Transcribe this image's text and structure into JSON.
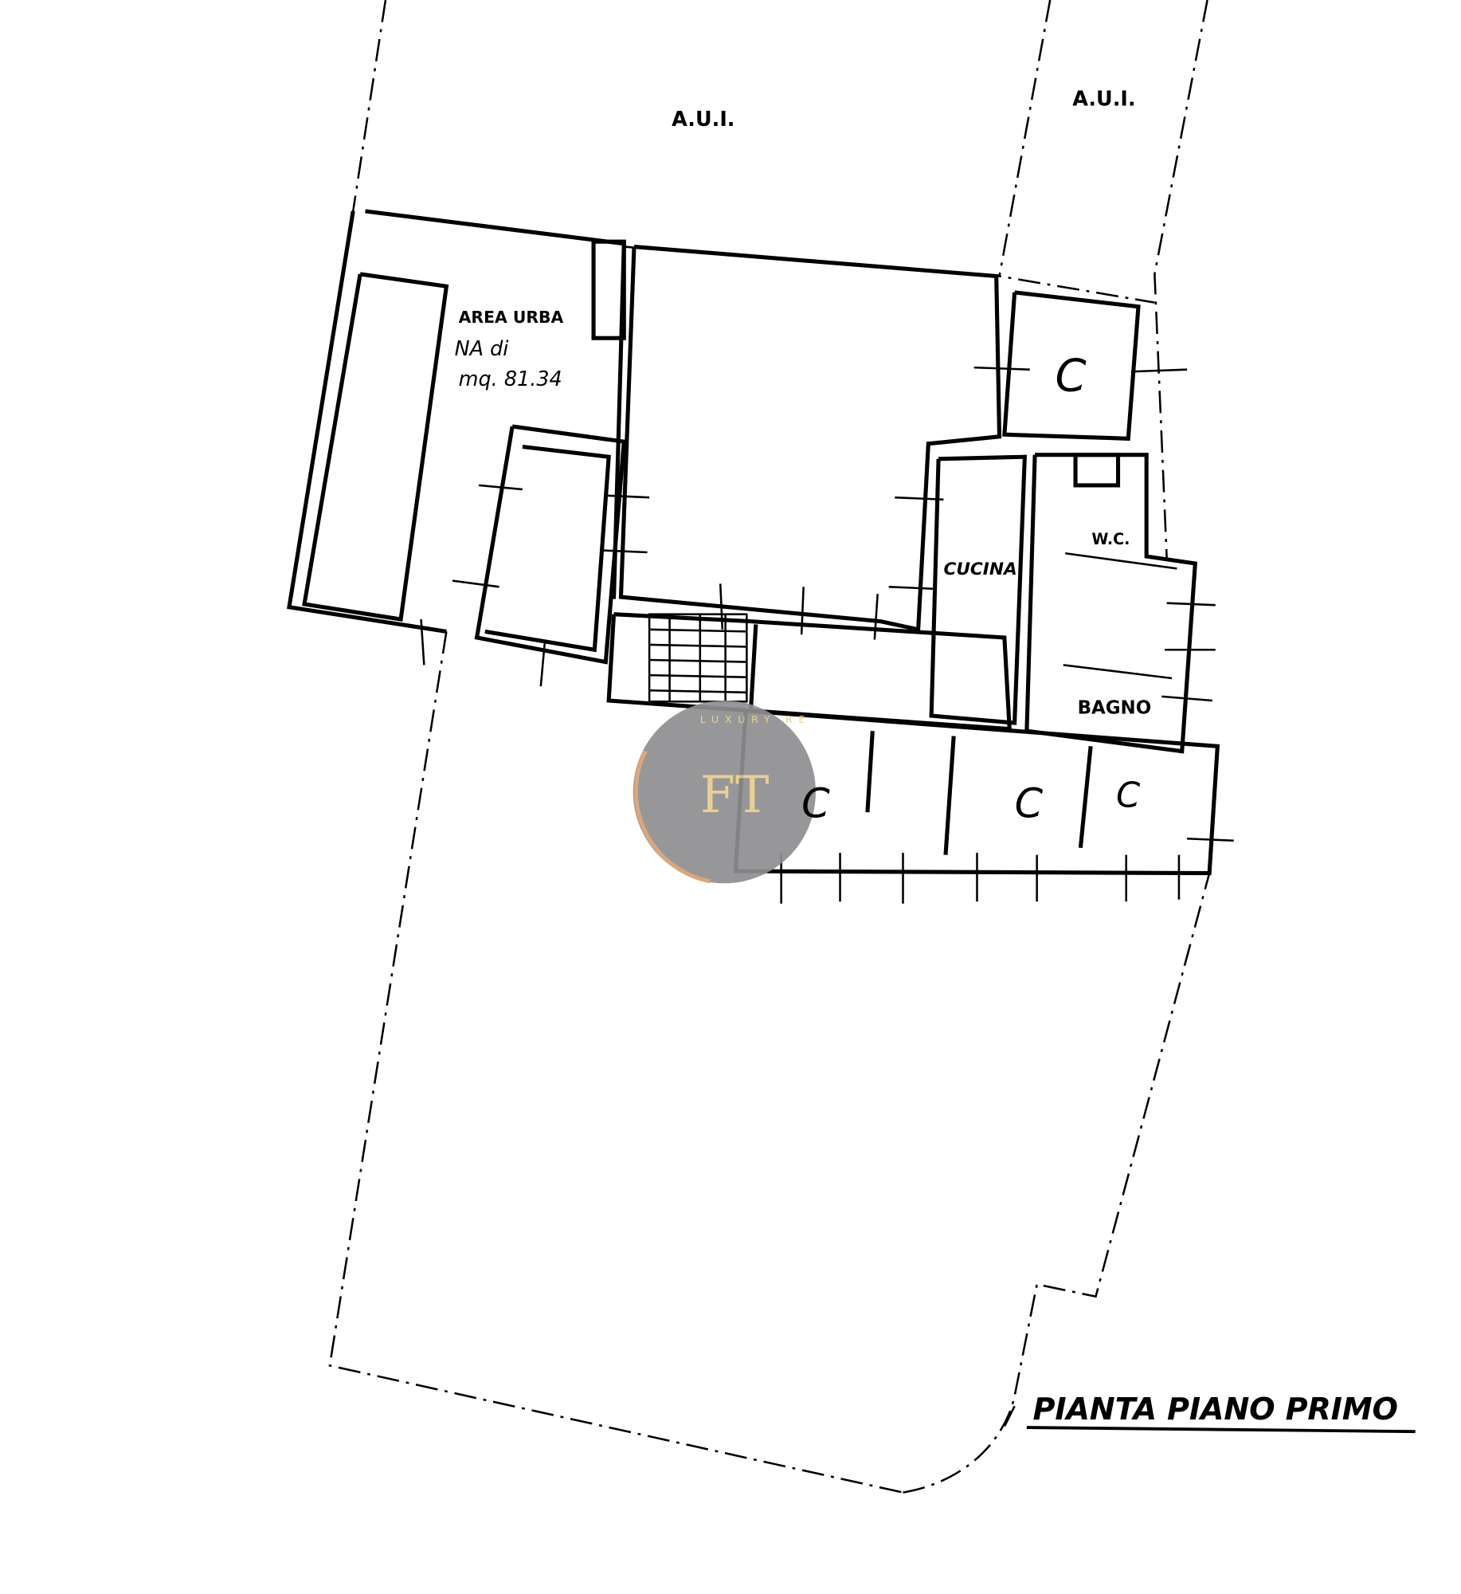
{
  "title": "PIANTA PIANO PRIMO",
  "labels": {
    "aui_left": "A.U.I.",
    "aui_right": "A.U.I.",
    "area_line1": "AREA URBA",
    "area_line2": "NA di",
    "area_line3": "mq. 81.34",
    "cucina": "CUCINA",
    "wc": "W.C.",
    "bagno": "BAGNO",
    "room_c": "C"
  },
  "watermark": {
    "monogram": "FT",
    "arc_text": "LUXURY RE",
    "bg_color": "#8f8f91",
    "gold_color": "#e8cc8a"
  }
}
